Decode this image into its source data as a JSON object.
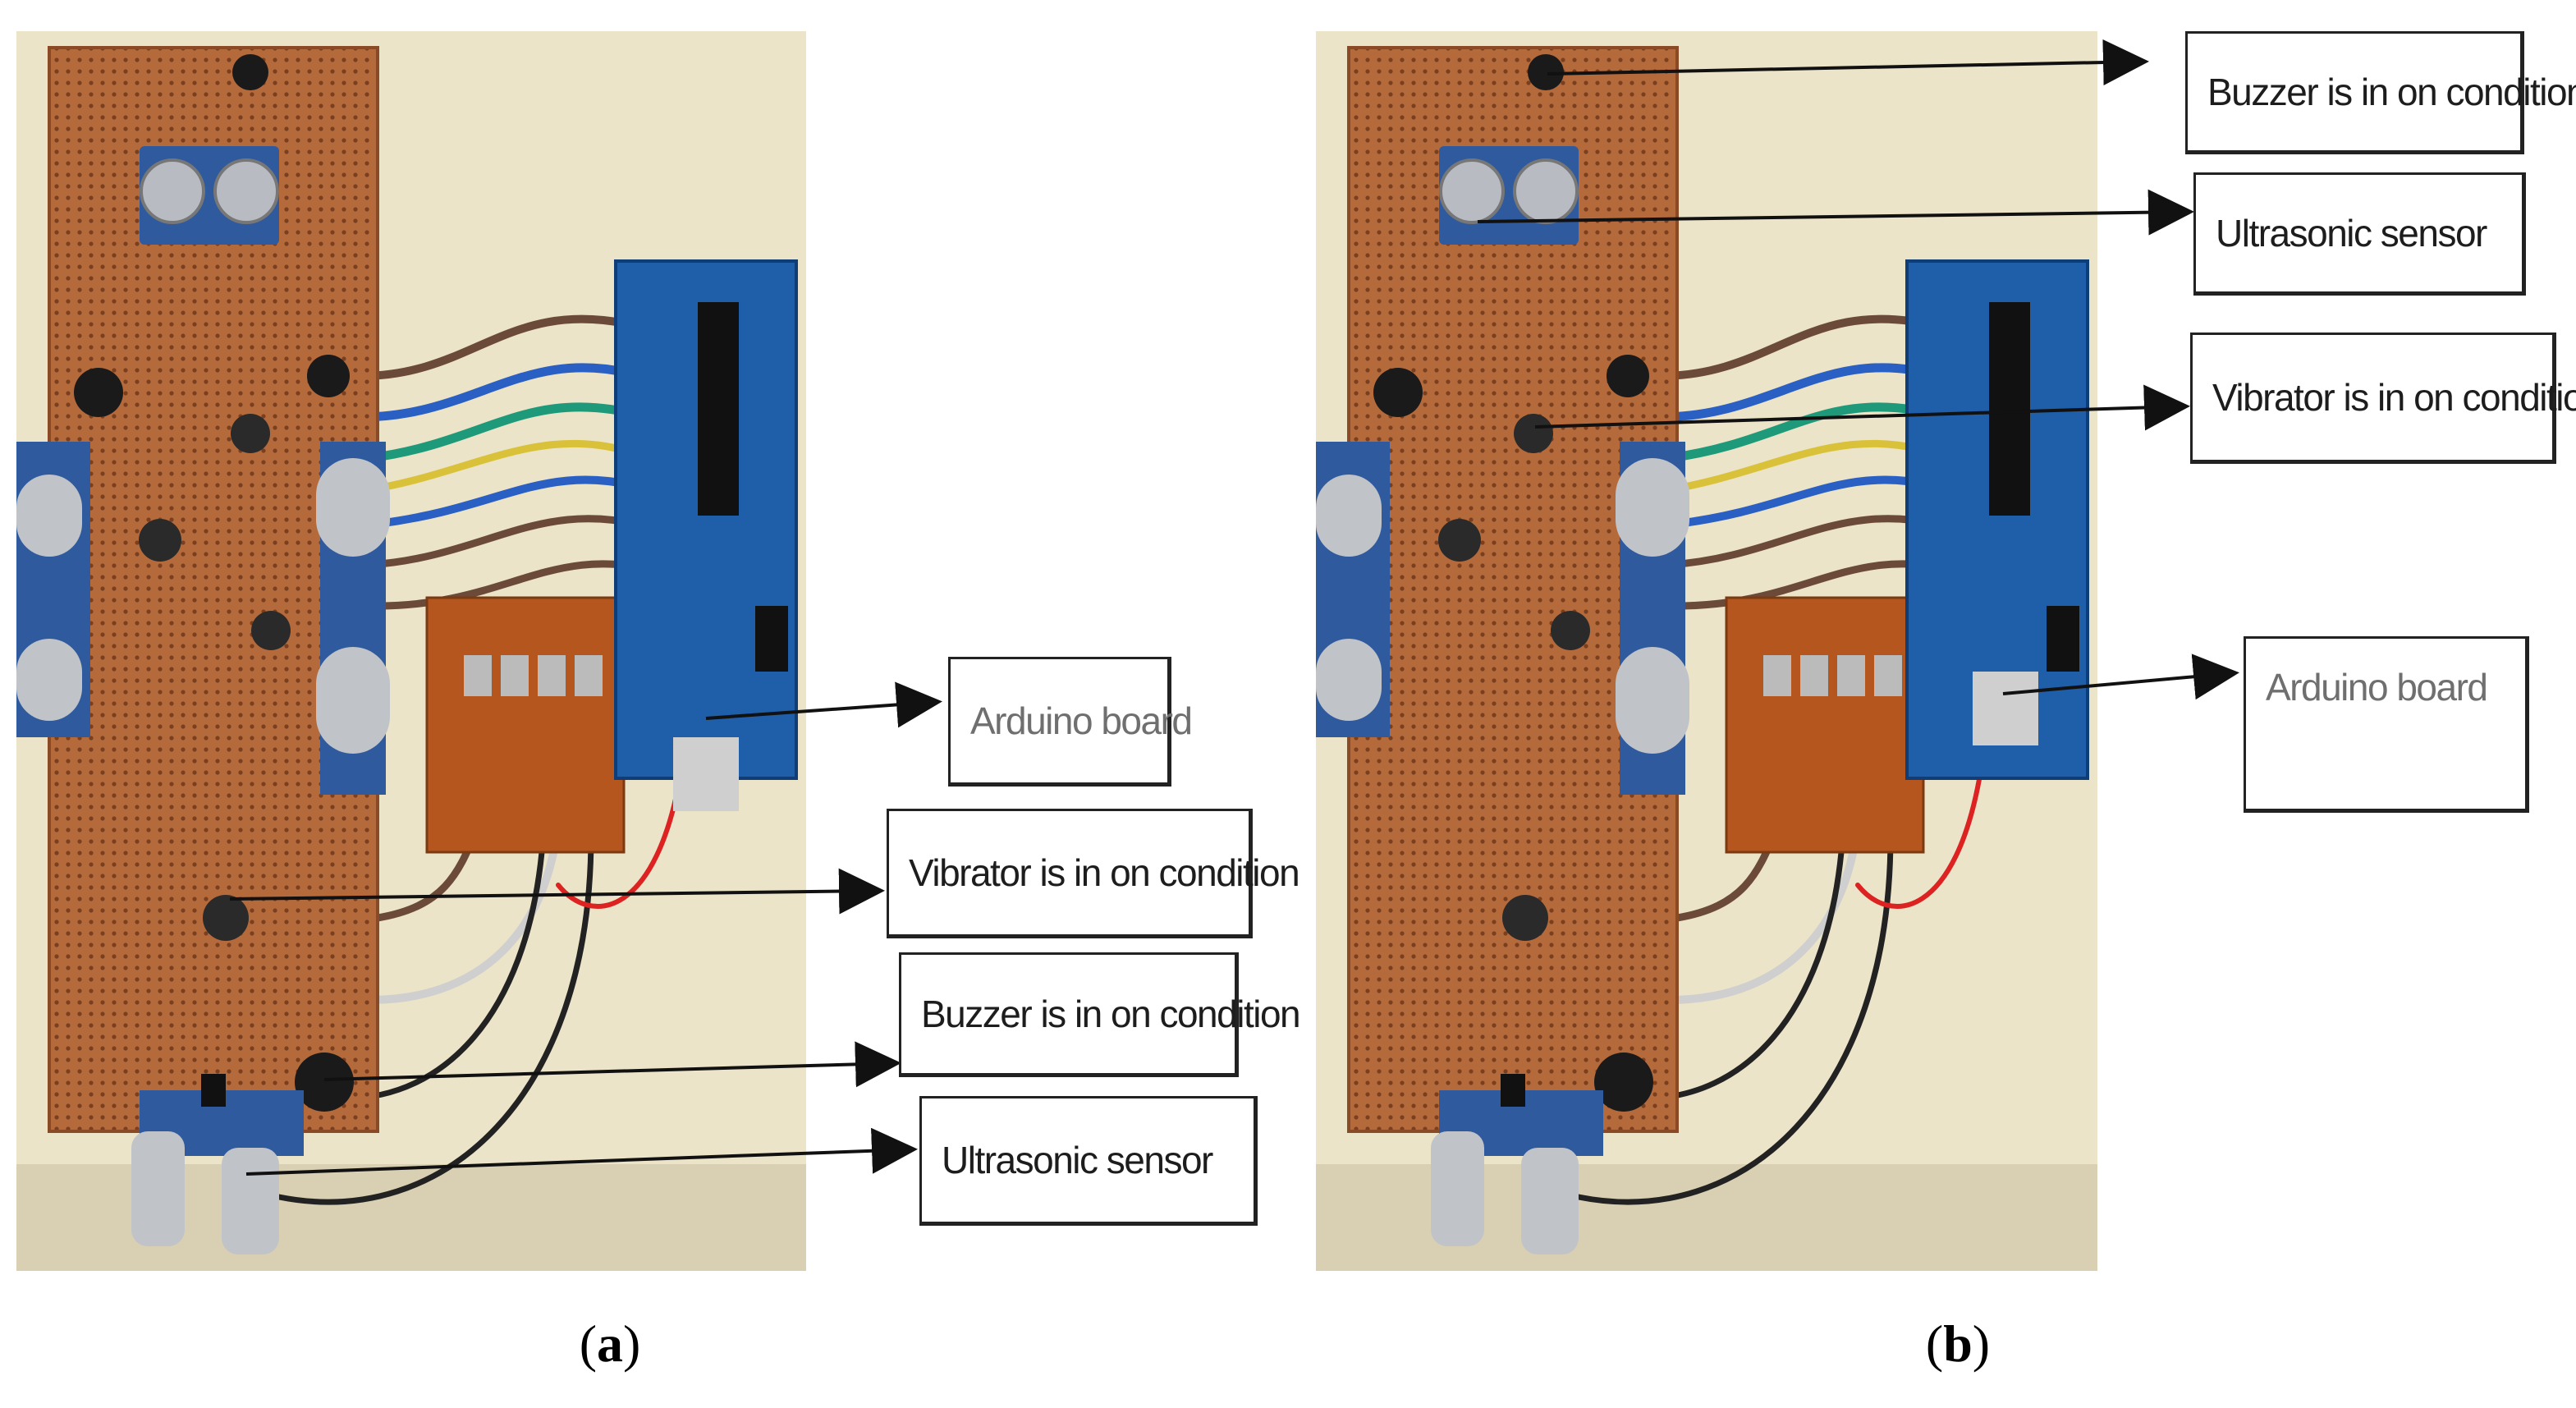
{
  "figure": {
    "panels": [
      {
        "id": "a",
        "caption_open": "(",
        "caption_letter": "a",
        "caption_close": ")",
        "labels": [
          "Arduino board",
          "Vibrator is in on condition",
          "Buzzer is in on condition",
          "Ultrasonic sensor"
        ]
      },
      {
        "id": "b",
        "caption_open": "(",
        "caption_letter": "b",
        "caption_close": ")",
        "labels": [
          "Buzzer is in on condition",
          "Ultrasonic sensor",
          "Vibrator is in on condition",
          "Arduino board"
        ]
      }
    ]
  },
  "colors": {
    "background_wall": "#ece4c9",
    "perfboard": "#b56a3c",
    "arduino": "#1f5ea8",
    "wire_brown": "#6b4a3a",
    "wire_blue": "#2a5fc4",
    "wire_green": "#1e9a7a",
    "wire_yellow": "#d9c23a",
    "arrow": "#111111"
  }
}
